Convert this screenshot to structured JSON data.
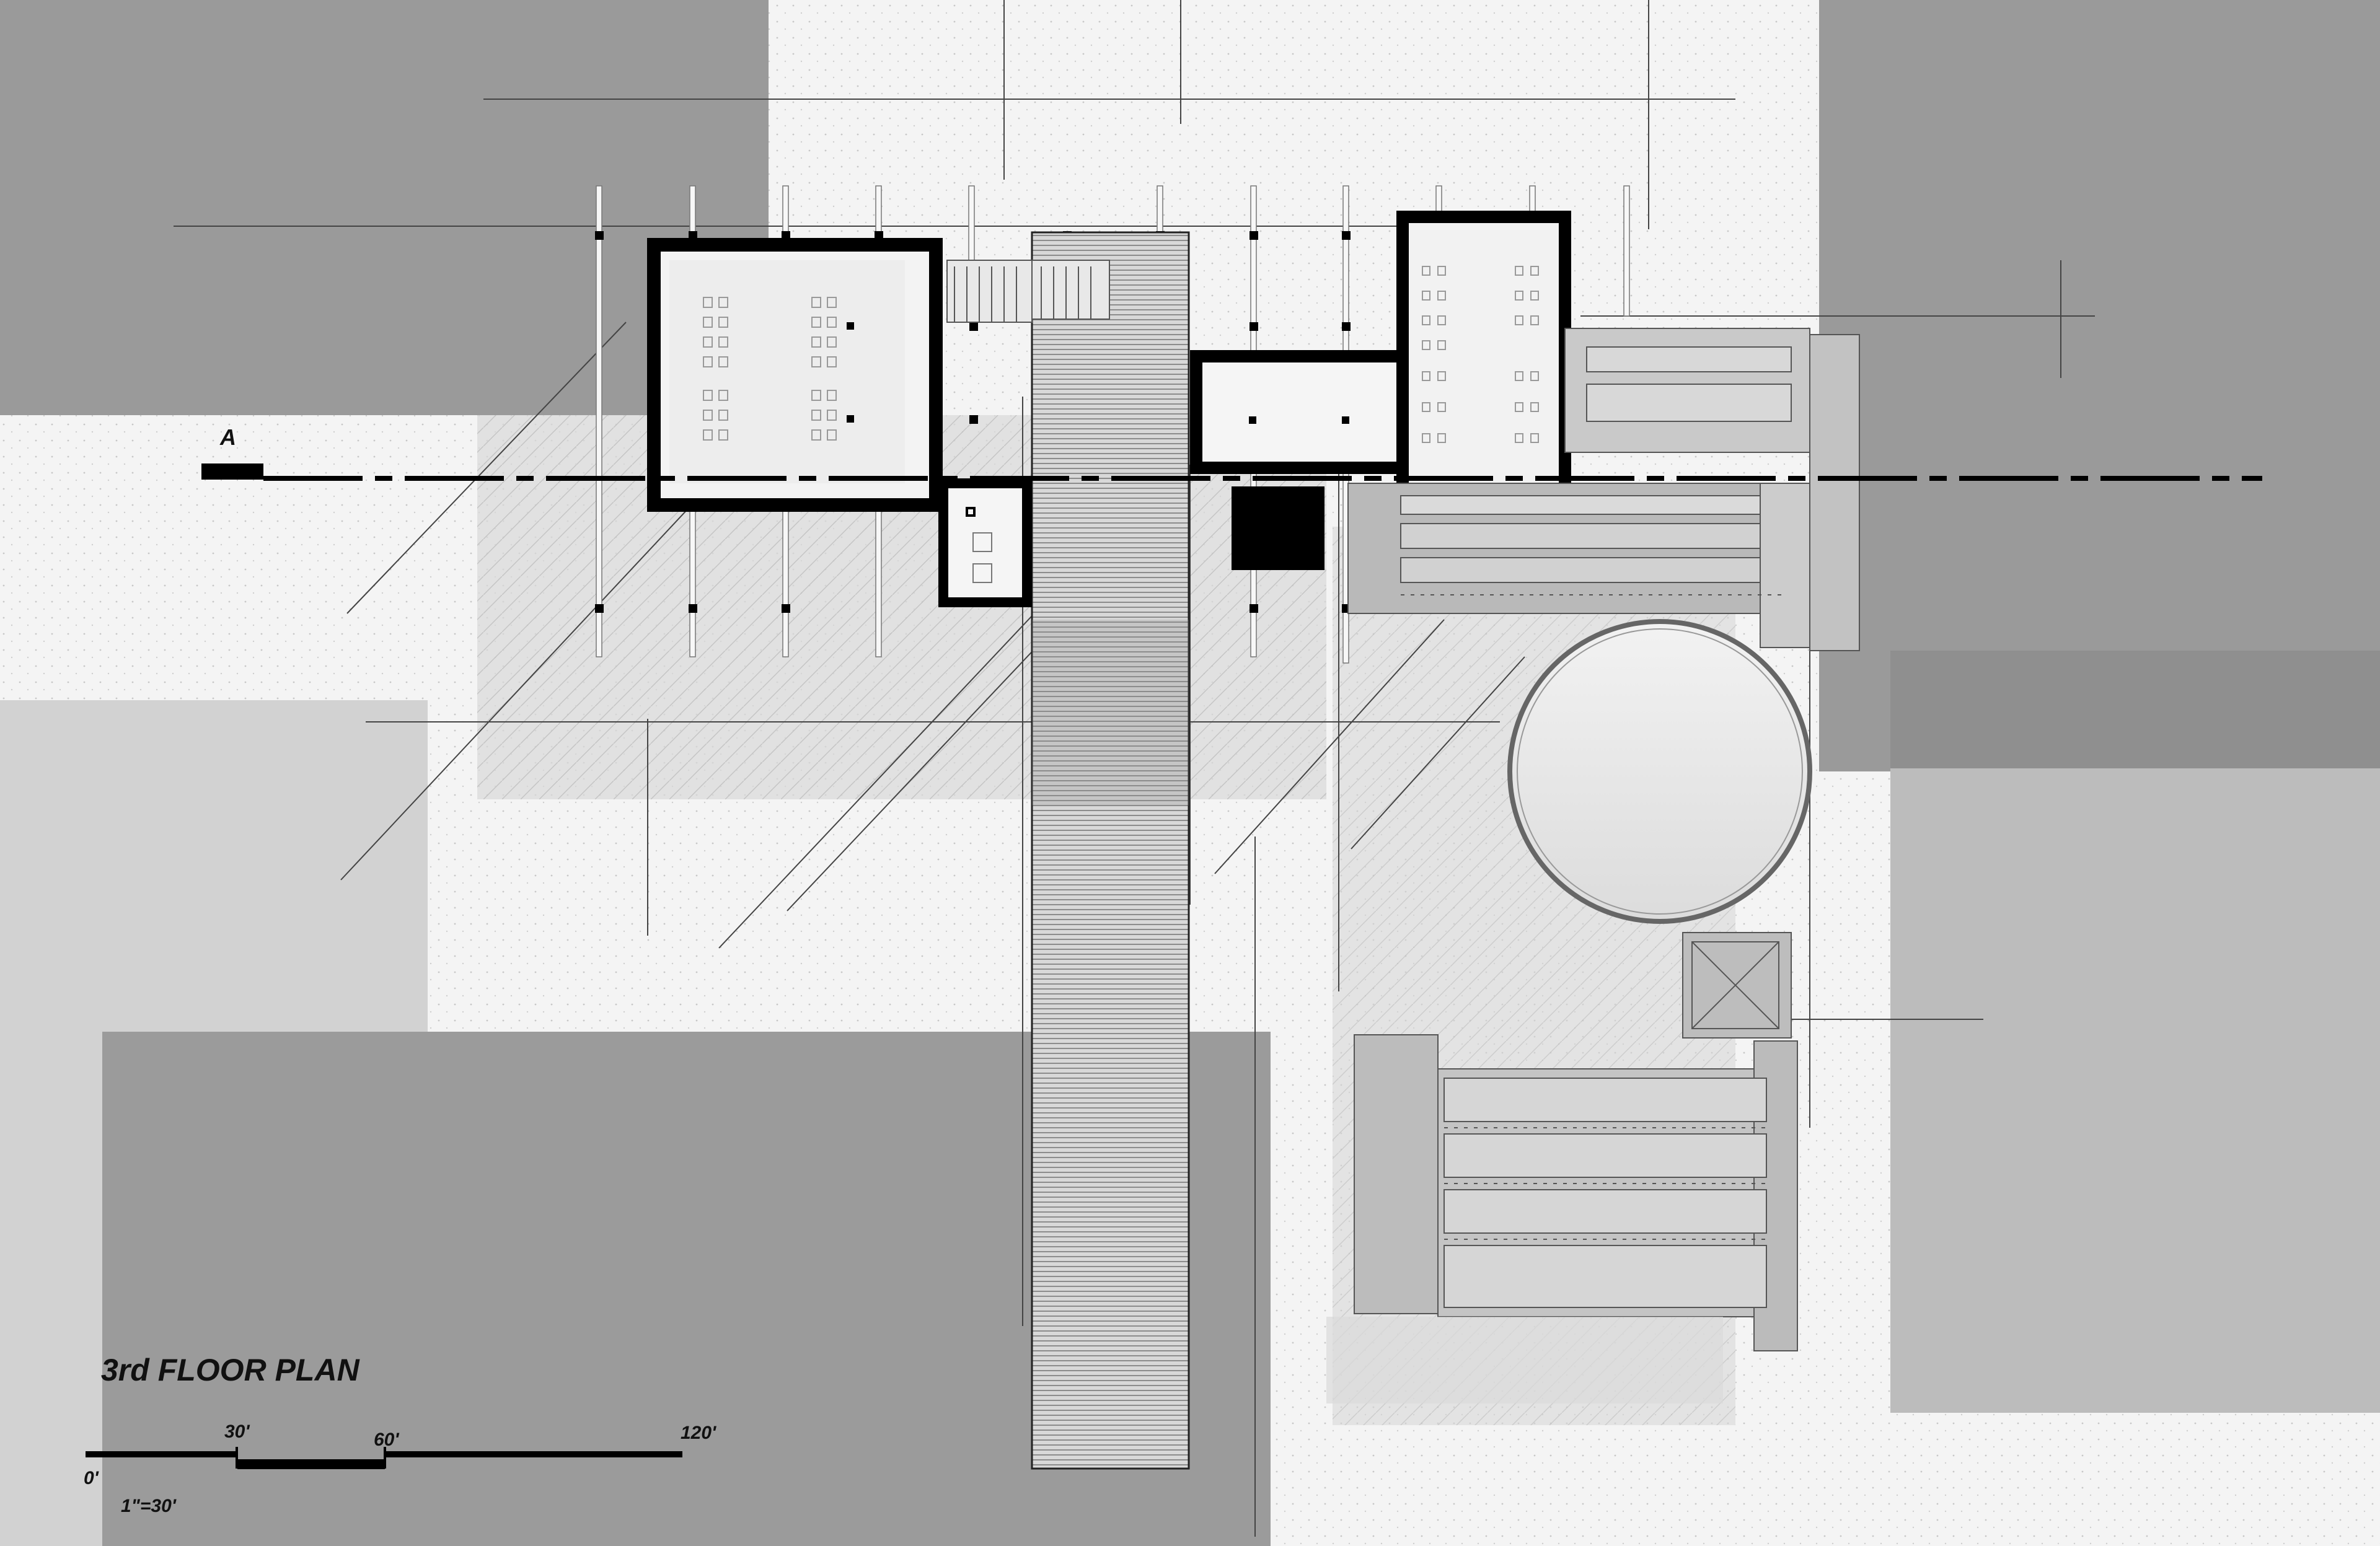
{
  "drawing": {
    "title": "3rd FLOOR PLAN",
    "section_marker": "A",
    "scale_note": "1\"=30'",
    "scale_ticks": [
      "0'",
      "30'",
      "60'",
      "120'"
    ]
  },
  "colors": {
    "background": "#f4f4f4",
    "dark_block": "#9a9a9a",
    "mid_block": "#b9b9b9",
    "light_block": "#d6d6d6",
    "wall": "#000000",
    "line": "#333333"
  }
}
